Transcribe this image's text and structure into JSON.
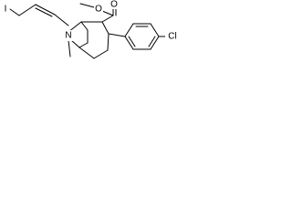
{
  "molecule": {
    "atoms": {
      "iodine": "I",
      "nitrogen": "N",
      "chlorine": "Cl",
      "carbonyl_oxygen": "O",
      "ester_oxygen": "O"
    }
  }
}
